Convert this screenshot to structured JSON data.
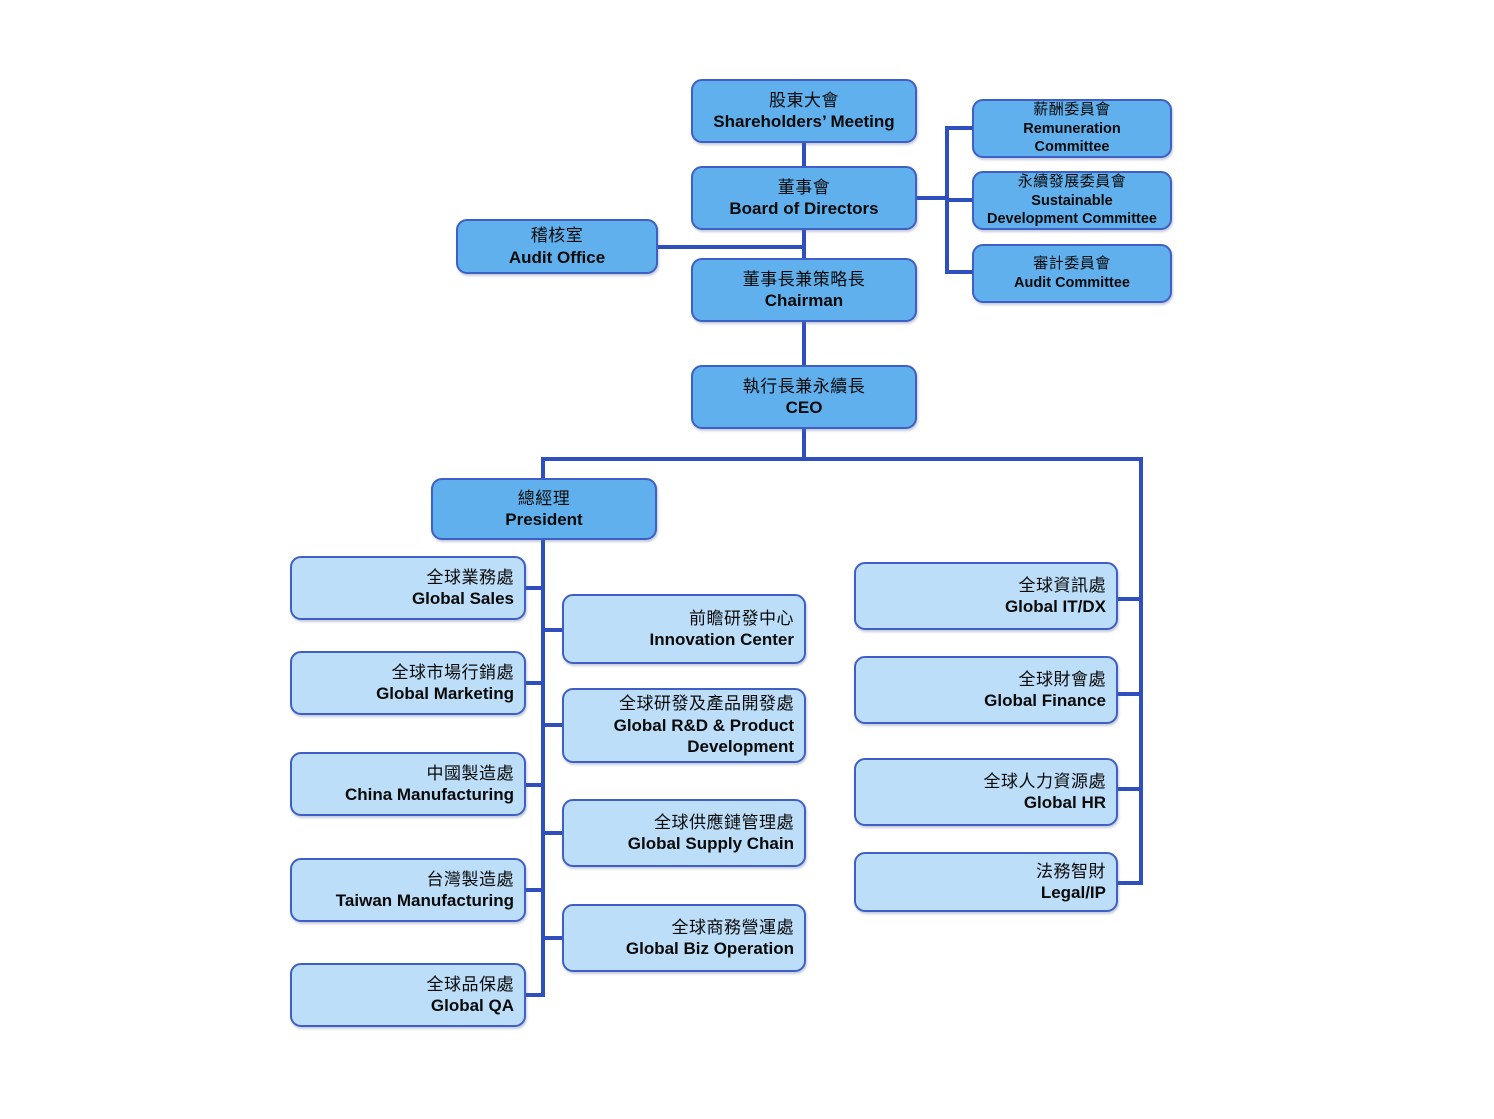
{
  "chart": {
    "type": "organization-chart",
    "title_zh": "",
    "title_en": "",
    "colors": {
      "node_fill_primary": "#5FB0EC",
      "node_fill_secondary": "#BDDEF9",
      "node_border": "#3F5FC4",
      "connector": "#2F4FBE",
      "text": "#0A0A0A",
      "background": "#FFFFFF"
    }
  },
  "nodes": {
    "shareholders_meeting": {
      "zh": "股東大會",
      "en": "Shareholders’ Meeting"
    },
    "board_of_directors": {
      "zh": "董事會",
      "en": "Board of Directors"
    },
    "chairman": {
      "zh": "董事長兼策略長",
      "en": "Chairman"
    },
    "audit_office": {
      "zh": "稽核室",
      "en": "Audit Office"
    },
    "ceo": {
      "zh": "執行長兼永續長",
      "en": "CEO"
    },
    "president": {
      "zh": "總經理",
      "en": "President"
    },
    "remuneration_committee": {
      "zh": "薪酬委員會",
      "en": "Remuneration Committee"
    },
    "sustainable_development_committee": {
      "zh": "永續發展委員會",
      "en": "Sustainable Development Committee"
    },
    "audit_committee": {
      "zh": "審計委員會",
      "en": "Audit Committee"
    },
    "global_sales": {
      "zh": "全球業務處",
      "en": "Global Sales"
    },
    "global_marketing": {
      "zh": "全球市場行銷處",
      "en": "Global Marketing"
    },
    "china_manufacturing": {
      "zh": "中國製造處",
      "en": "China Manufacturing"
    },
    "taiwan_manufacturing": {
      "zh": "台灣製造處",
      "en": "Taiwan Manufacturing"
    },
    "global_qa": {
      "zh": "全球品保處",
      "en": "Global QA"
    },
    "innovation_center": {
      "zh": "前瞻研發中心",
      "en": "Innovation Center"
    },
    "global_rd_product_development": {
      "zh": "全球研發及產品開發處",
      "en": "Global R&D & Product Development"
    },
    "global_supply_chain": {
      "zh": "全球供應鏈管理處",
      "en": "Global Supply Chain"
    },
    "global_biz_operation": {
      "zh": "全球商務營運處",
      "en": "Global Biz Operation"
    },
    "global_it_dx": {
      "zh": "全球資訊處",
      "en": "Global IT/DX"
    },
    "global_finance": {
      "zh": "全球財會處",
      "en": "Global Finance"
    },
    "global_hr": {
      "zh": "全球人力資源處",
      "en": "Global HR"
    },
    "legal_ip": {
      "zh": "法務智財",
      "en": "Legal/IP"
    }
  }
}
